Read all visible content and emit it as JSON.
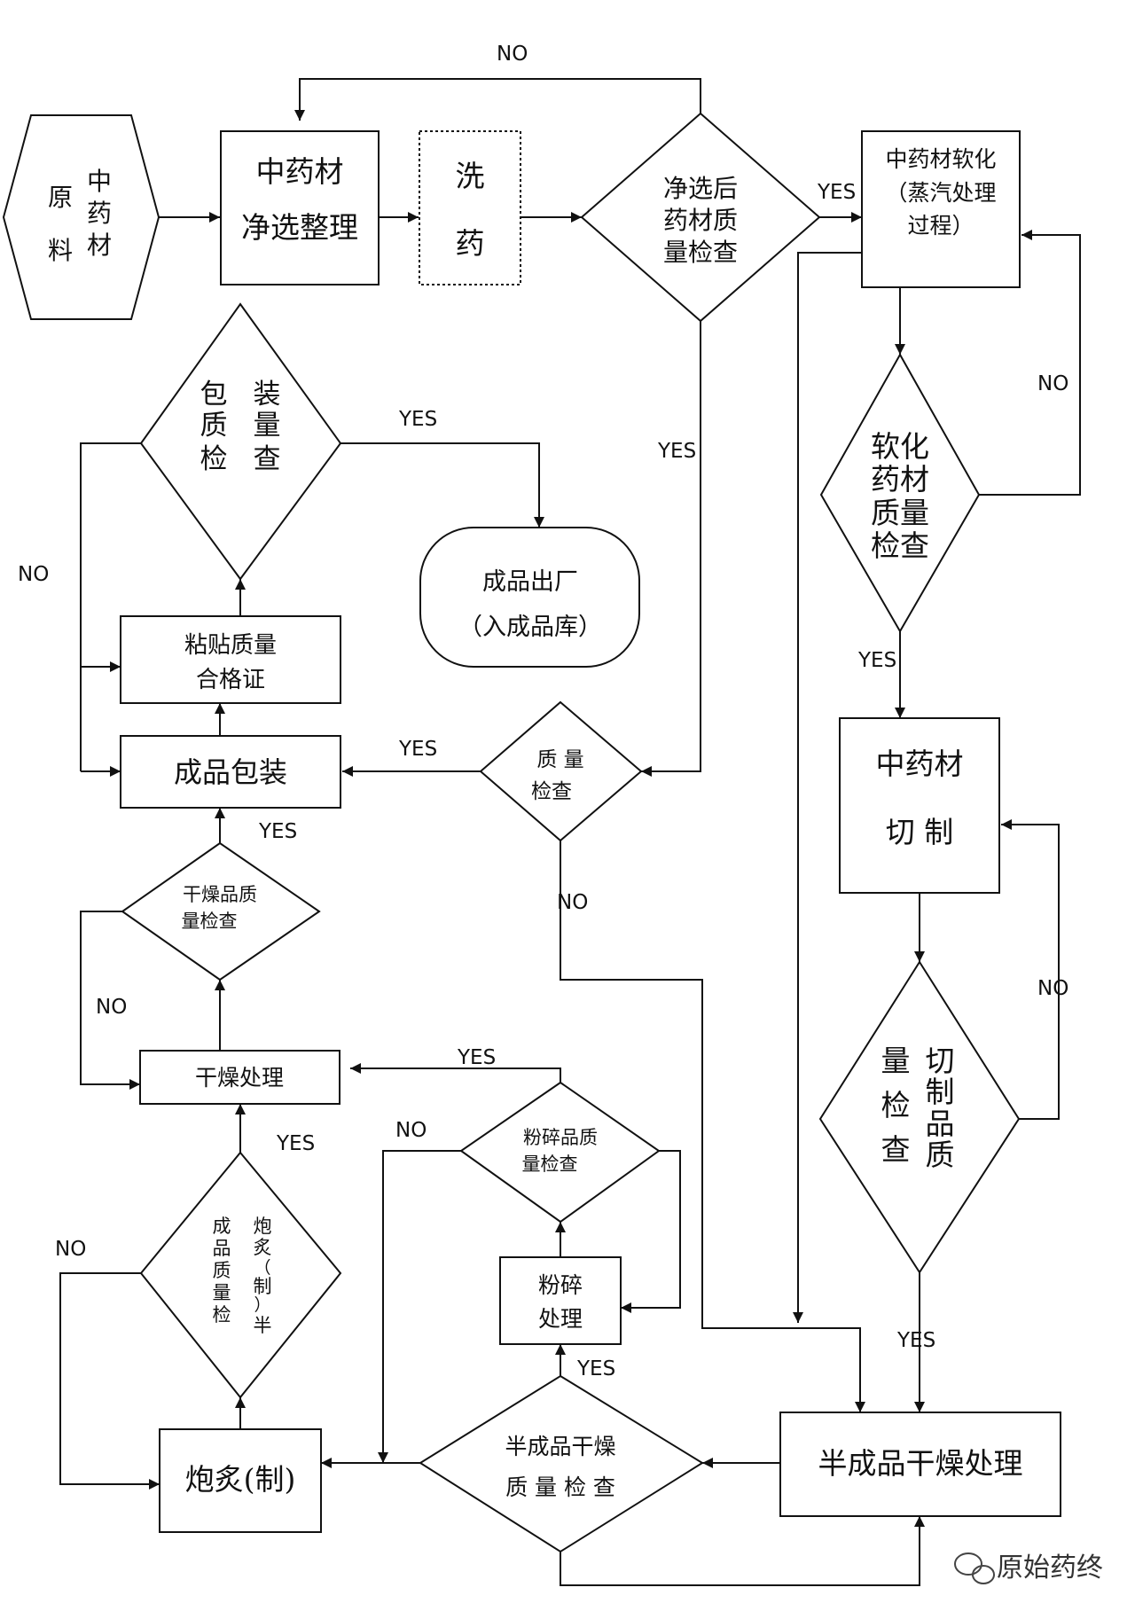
{
  "nodes": {
    "raw": [
      "原",
      "料",
      "中",
      "药",
      "材"
    ],
    "select": [
      "中药材",
      "净选整理"
    ],
    "wash": [
      "洗",
      "药"
    ],
    "select_check": [
      "净选后",
      "药材质",
      "量检查"
    ],
    "soften": [
      "中药材软化",
      "（蒸汽处理",
      "过程）"
    ],
    "soften_check": [
      "软化",
      "药材",
      "质量",
      "检查"
    ],
    "cut": [
      "中药材",
      "切  制"
    ],
    "cut_check": [
      "量",
      "检",
      "查",
      "切",
      "制",
      "品",
      "质"
    ],
    "semi_dry": "半成品干燥处理",
    "semi_check": [
      "半成品干燥",
      "质 量 检 查"
    ],
    "crush": [
      "粉碎",
      "处理"
    ],
    "crush_check": [
      "粉碎品质",
      "量检查"
    ],
    "process": "炮炙(制)",
    "process_check": [
      "成",
      "品",
      "质",
      "量",
      "检",
      "炮",
      "炙",
      "（",
      "制",
      "）",
      "半"
    ],
    "dry": "干燥处理",
    "dry_check": [
      "干燥品质",
      "量检查"
    ],
    "quality_check": [
      "质  量",
      "检查"
    ],
    "package": "成品包装",
    "label": [
      "粘贴质量",
      "合格证"
    ],
    "pack_check": [
      "包",
      "质",
      "检",
      "装",
      "量",
      "查"
    ],
    "shipment": [
      "成品出厂",
      "（入成品库）"
    ]
  },
  "edge_labels": {
    "no_top": "NO",
    "yes_to_soften": "YES",
    "yes_down_center": "YES",
    "no_soften": "NO",
    "yes_soften": "YES",
    "yes_pack": "YES",
    "no_pack": "NO",
    "yes_quality": "YES",
    "no_quality": "NO",
    "yes_dry": "YES",
    "no_dry": "NO",
    "yes_crush": "YES",
    "no_crush": "NO",
    "yes_process": "YES",
    "no_process": "NO",
    "yes_semi": "YES",
    "no_cut": "NO",
    "yes_cut": "YES"
  },
  "watermark": "原始药终"
}
